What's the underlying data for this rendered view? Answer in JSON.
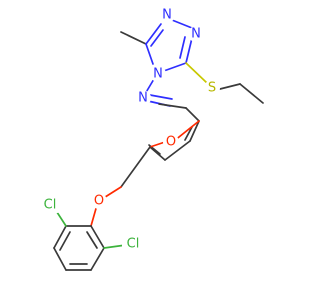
{
  "atom_labels": {
    "n1": "N",
    "n2": "N",
    "n3": "N",
    "n4": "N",
    "s": "S",
    "o_furan": "O",
    "o_ether": "O",
    "cl1": "Cl",
    "cl2": "Cl"
  },
  "colors": {
    "carbon": "#3a3a3a",
    "nitrogen": "#2f2fff",
    "oxygen": "#ff2a00",
    "sulfur": "#b7b700",
    "chlorine": "#3cb33c",
    "background": "#ffffff"
  }
}
